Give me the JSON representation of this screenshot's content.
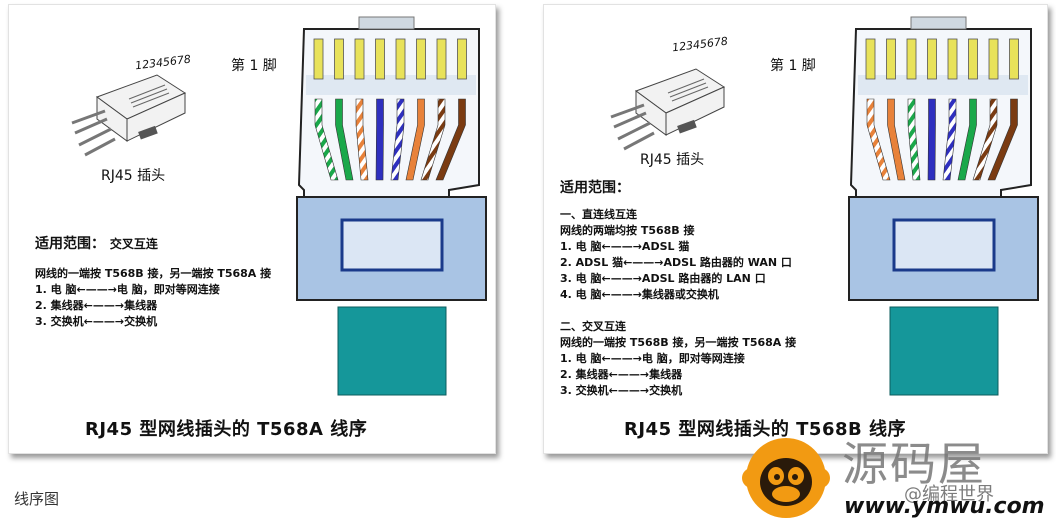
{
  "left": {
    "pin_numbers": "12345678",
    "plug_label": "RJ45 插头",
    "pin1_label": "第 1 脚",
    "scope_title": "适用范围：",
    "scope_type": "交叉互连",
    "lines": [
      "网线的一端按 T568B 接，另一端按 T568A 接",
      "1.  电   脑←——→电   脑，即对等网连接",
      "2.  集线器←——→集线器",
      "3.  交换机←——→交换机"
    ],
    "caption": "RJ45 型网线插头的 T568A 线序"
  },
  "right": {
    "pin_numbers": "12345678",
    "plug_label": "RJ45 插头",
    "pin1_label": "第 1 脚",
    "scope_title": "适用范围：",
    "section1_title": "一、直连线互连",
    "section1_lines": [
      "网线的两端均按 T568B 接",
      "1.  电   脑←——→ADSL 猫",
      "2.  ADSL 猫←——→ADSL 路由器的 WAN 口",
      "3.  电   脑←——→ADSL 路由器的 LAN 口",
      "4.  电   脑←——→集线器或交换机"
    ],
    "section2_title": "二、交叉互连",
    "section2_lines": [
      "网线的一端按 T568B 接，另一端按 T568A 接",
      "1.  电   脑←——→电   脑，即对等网连接",
      "2.  集线器←——→集线器",
      "3.  交换机←——→交换机"
    ],
    "caption": "RJ45 型网线插头的 T568B 线序"
  },
  "footer_caption": "线序图",
  "watermark": {
    "brand": "源码屋",
    "url": "www.ymwu.com",
    "overlay": "@编程世界"
  },
  "wire_colors": {
    "T568A": [
      "white-green",
      "green",
      "white-orange",
      "blue",
      "white-blue",
      "orange",
      "white-brown",
      "brown"
    ],
    "T568B": [
      "white-orange",
      "orange",
      "white-green",
      "blue",
      "white-blue",
      "green",
      "white-brown",
      "brown"
    ]
  },
  "colors": {
    "green": "#1aa84a",
    "orange": "#e8823a",
    "blue": "#2e2fbf",
    "brown": "#7a3b12",
    "pin_gold": "#e8e25a",
    "connector_blue": "#a9c4e4",
    "cable_teal": "#15979a",
    "watermark_orange": "#f29a12"
  }
}
